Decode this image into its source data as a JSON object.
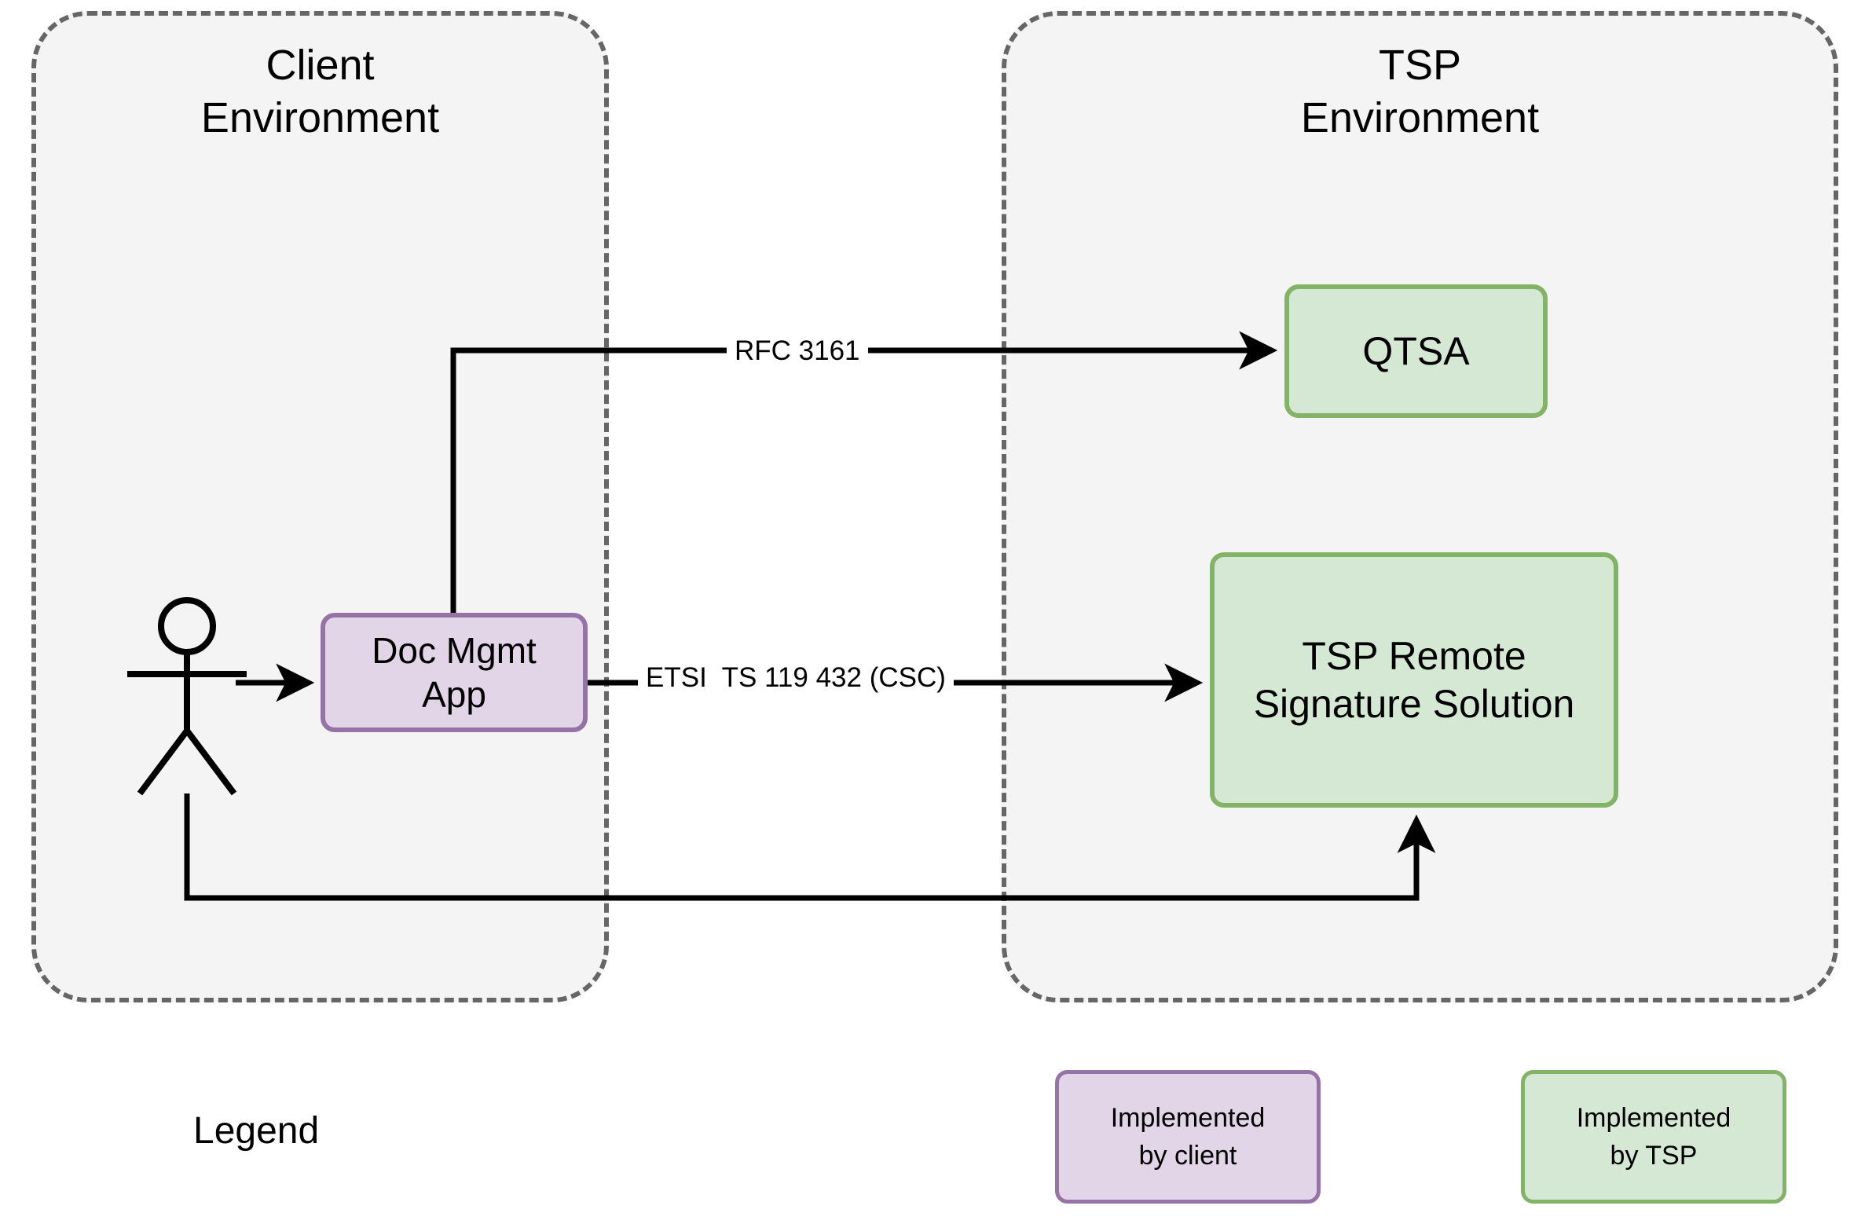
{
  "diagram": {
    "title_client": "Client\nEnvironment",
    "title_tsp": "TSP\nEnvironment"
  },
  "containers": [
    {
      "id": "client-env",
      "label": "Client\nEnvironment",
      "fill": "#f4f4f4",
      "border": "#666666",
      "style": "dashed"
    },
    {
      "id": "tsp-env",
      "label": "TSP\nEnvironment",
      "fill": "#f4f4f4",
      "border": "#666666",
      "style": "dashed"
    }
  ],
  "nodes": {
    "actor": {
      "name": "actor",
      "label": ""
    },
    "doc_mgmt_app": {
      "label": "Doc Mgmt\nApp",
      "fill": "#e1d5e7",
      "border": "#9673a6",
      "owner": "client"
    },
    "qtsa": {
      "label": "QTSA",
      "fill": "#d5e8d4",
      "border": "#82b366",
      "owner": "tsp"
    },
    "tsp_remote": {
      "label": "TSP Remote\nSignature Solution",
      "fill": "#d5e8d4",
      "border": "#82b366",
      "owner": "tsp"
    }
  },
  "edges": [
    {
      "id": "actor-to-app",
      "label": "",
      "from": "actor",
      "to": "doc_mgmt_app"
    },
    {
      "id": "app-to-qtsa",
      "label": "RFC 3161",
      "from": "doc_mgmt_app",
      "to": "qtsa"
    },
    {
      "id": "app-to-tsp-remote",
      "label": "ETSI  TS 119 432 (CSC)",
      "from": "doc_mgmt_app",
      "to": "tsp_remote"
    },
    {
      "id": "actor-to-tsp-remote",
      "label": "",
      "from": "actor",
      "to": "tsp_remote"
    }
  ],
  "legend": {
    "title": "Legend",
    "items": [
      {
        "label": "Implemented\nby client",
        "fill": "#e1d5e7",
        "border": "#9673a6"
      },
      {
        "label": "Implemented\nby TSP",
        "fill": "#d5e8d4",
        "border": "#82b366"
      }
    ]
  }
}
